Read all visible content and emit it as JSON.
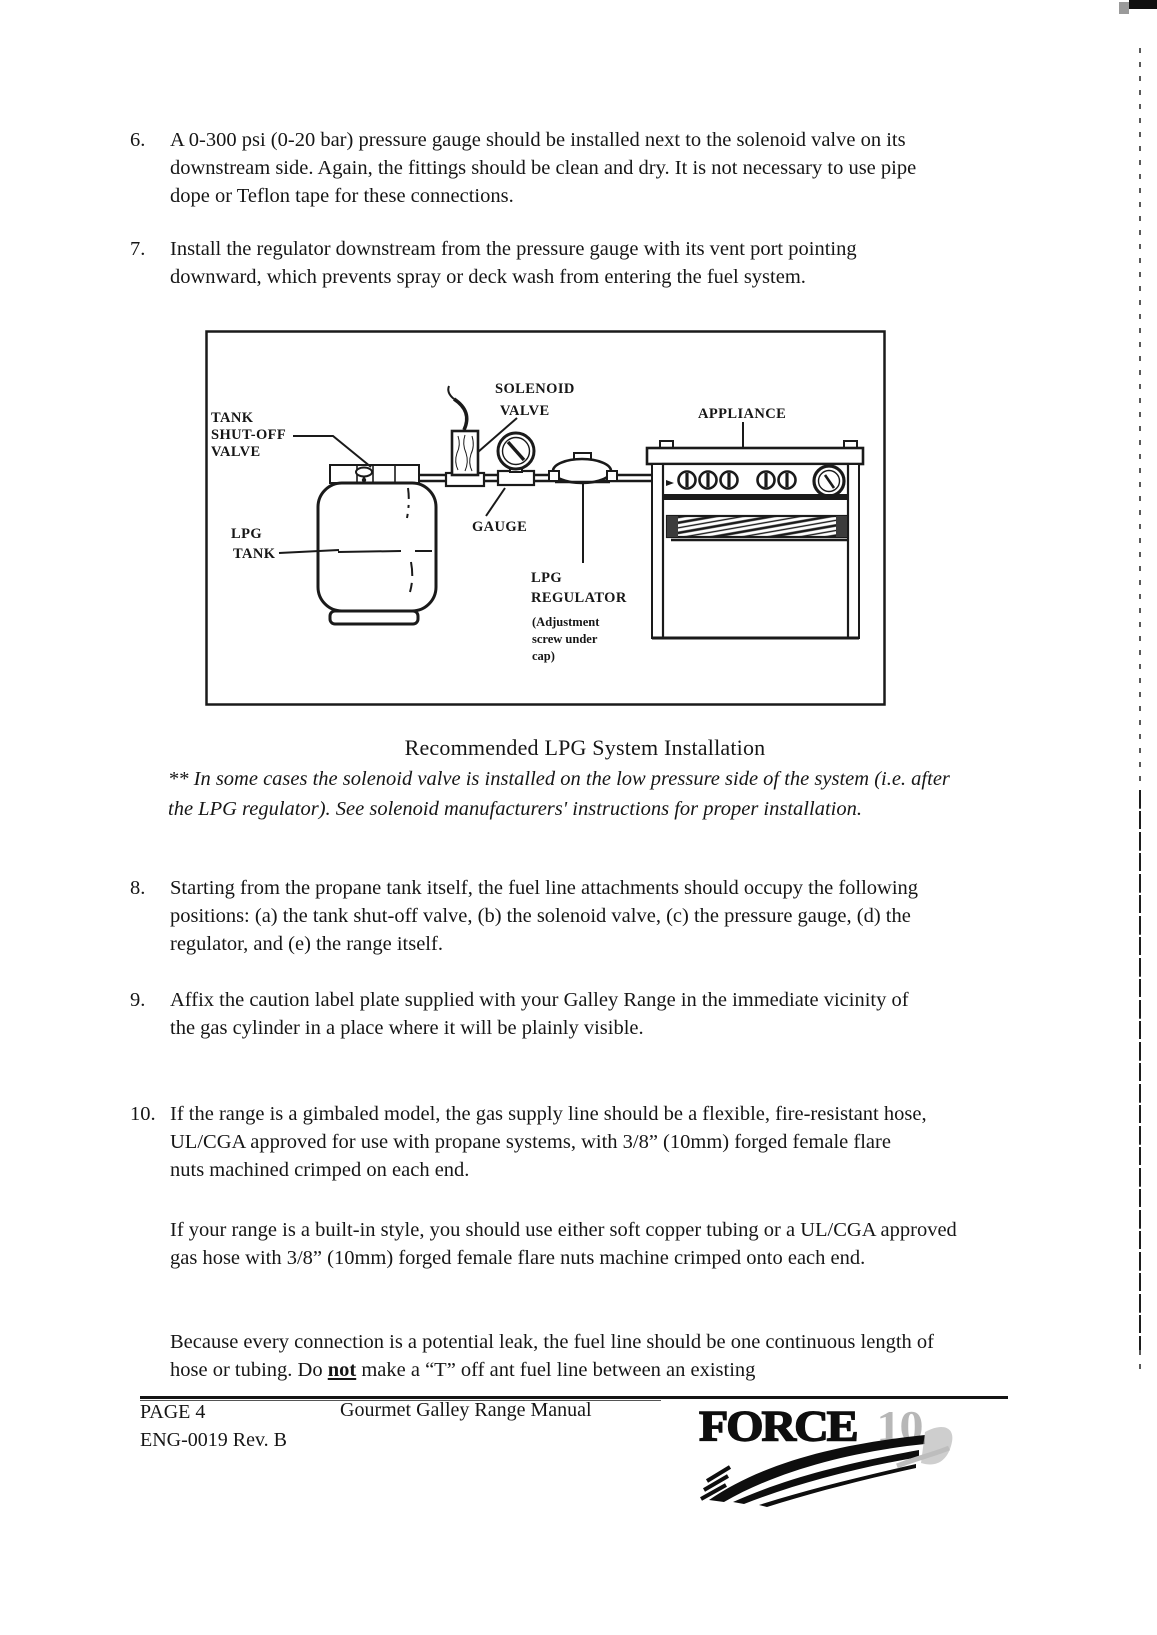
{
  "content": {
    "items": [
      {
        "num": "6.",
        "text": "A 0-300 psi (0-20 bar) pressure gauge should be installed next to the solenoid valve on its downstream side. Again, the fittings should be clean and dry. It is not necessary to use pipe dope or Teflon tape for these connections."
      },
      {
        "num": "7.",
        "text": "Install the regulator downstream from the pressure gauge with its vent port pointing downward, which prevents spray or deck wash from entering the fuel system."
      },
      {
        "num": "8.",
        "text": "Starting from the propane tank itself, the fuel line attachments should occupy the following positions: (a) the tank shut-off valve, (b) the solenoid valve, (c) the pressure gauge, (d) the regulator, and (e) the range itself."
      },
      {
        "num": "9.",
        "text": "Affix the caution label plate supplied with your Galley Range in the immediate vicinity of the gas cylinder in a place where it will be plainly visible."
      },
      {
        "num": "10.",
        "text": "If the range is a gimbaled model, the gas supply line should be a flexible, fire-resistant hose, UL/CGA approved for use with propane systems, with 3/8” (10mm) forged female flare nuts machined crimped on each end."
      }
    ],
    "para_builtin": "If your range is a built-in style, you should use either soft copper tubing or a UL/CGA approved gas hose with 3/8” (10mm) forged female flare nuts machine crimped onto each end.",
    "para_final": {
      "before": "Because every connection is a potential leak, the fuel line should be one continuous length of hose or tubing. Do ",
      "bold": "not",
      "after": " make a “T” off ant fuel line between an existing"
    },
    "note": "** In some cases the solenoid valve is installed on the low pressure side of the system (i.e. after the LPG regulator). See solenoid manufacturers' instructions for proper installation."
  },
  "figure": {
    "caption": "Recommended LPG System Installation",
    "labels": {
      "shutoff": [
        "TANK",
        "SHUT-OFF",
        "VALVE"
      ],
      "solenoid": [
        "SOLENOID",
        "VALVE"
      ],
      "appliance": "APPLIANCE",
      "gauge": "GAUGE",
      "tank": [
        "LPG",
        "TANK"
      ],
      "regulator": [
        "LPG",
        "REGULATOR",
        "(Adjustment",
        "screw under",
        "cap)"
      ]
    }
  },
  "footer": {
    "page_label": "PAGE 4",
    "doc_code": "ENG-0019 Rev. B",
    "manual_title": "Gourmet Galley Range Manual",
    "logo_text": "FORCE",
    "logo_number": "10"
  }
}
